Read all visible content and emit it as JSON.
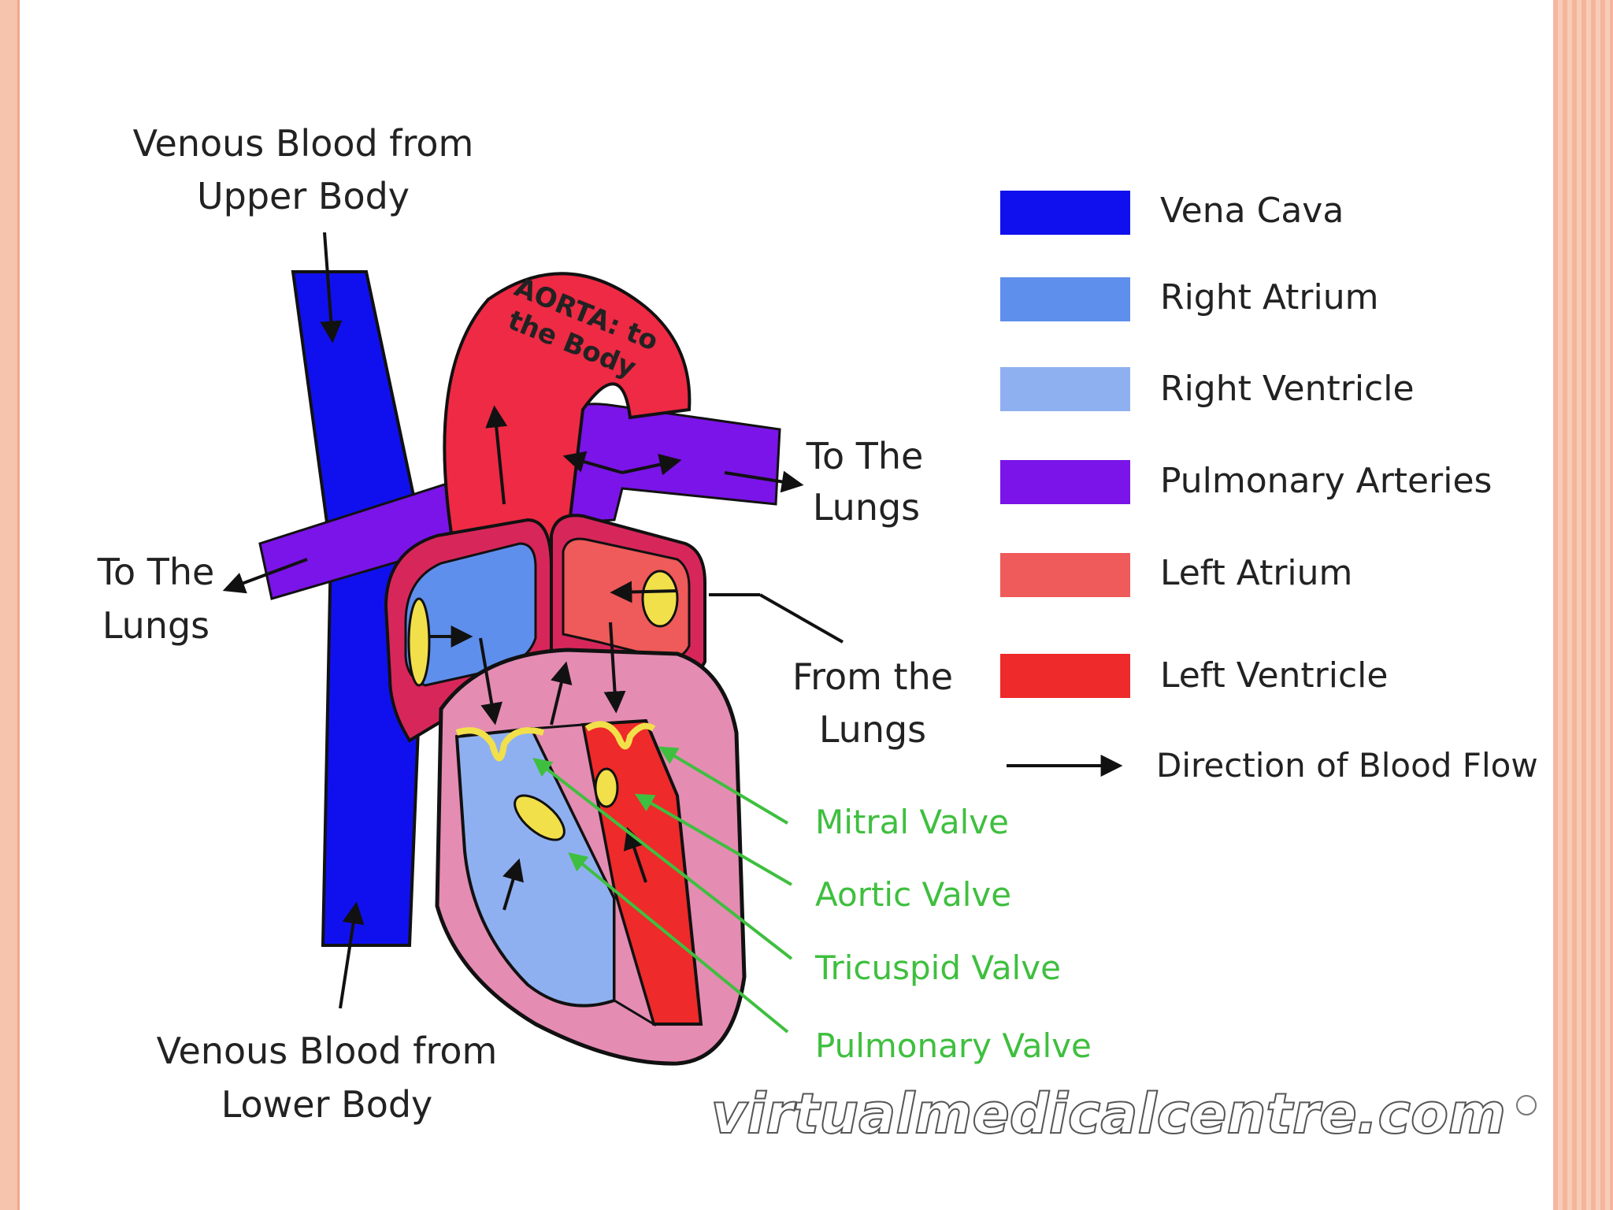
{
  "labels": {
    "upper_body": [
      "Venous Blood from",
      "Upper Body"
    ],
    "lower_body": [
      "Venous Blood from",
      "Lower Body"
    ],
    "to_lungs_left": [
      "To The",
      "Lungs"
    ],
    "to_lungs_right": [
      "To The",
      "Lungs"
    ],
    "from_lungs": [
      "From the",
      "Lungs"
    ],
    "aorta": [
      "AORTA: to",
      "the Body"
    ]
  },
  "legend": {
    "items": [
      {
        "label": "Vena Cava",
        "color": "#1010ee"
      },
      {
        "label": "Right Atrium",
        "color": "#5f8fec"
      },
      {
        "label": "Right Ventricle",
        "color": "#8fb0f0"
      },
      {
        "label": "Pulmonary Arteries",
        "color": "#7a14e8"
      },
      {
        "label": "Left Atrium",
        "color": "#ef5a5a"
      },
      {
        "label": "Left Ventricle",
        "color": "#ee2a2a"
      }
    ],
    "flow_label": "Direction of Blood Flow"
  },
  "valves": [
    {
      "label": "Mitral Valve"
    },
    {
      "label": "Aortic Valve"
    },
    {
      "label": "Tricuspid Valve"
    },
    {
      "label": "Pulmonary Valve"
    }
  ],
  "valve_color": "#3fbf3f",
  "watermark": "virtualmedicalcentre.com"
}
